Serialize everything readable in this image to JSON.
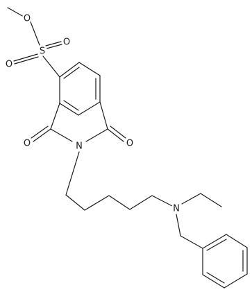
{
  "molecule": {
    "atoms": {
      "methyl_oxygen": "O",
      "sulfur": "S",
      "sulfonyl_oxygen_1": "O",
      "sulfonyl_oxygen_2": "O",
      "carbonyl_oxygen_left": "O",
      "imide_nitrogen": "N",
      "carbonyl_oxygen_right": "O",
      "amine_nitrogen": "N"
    }
  }
}
